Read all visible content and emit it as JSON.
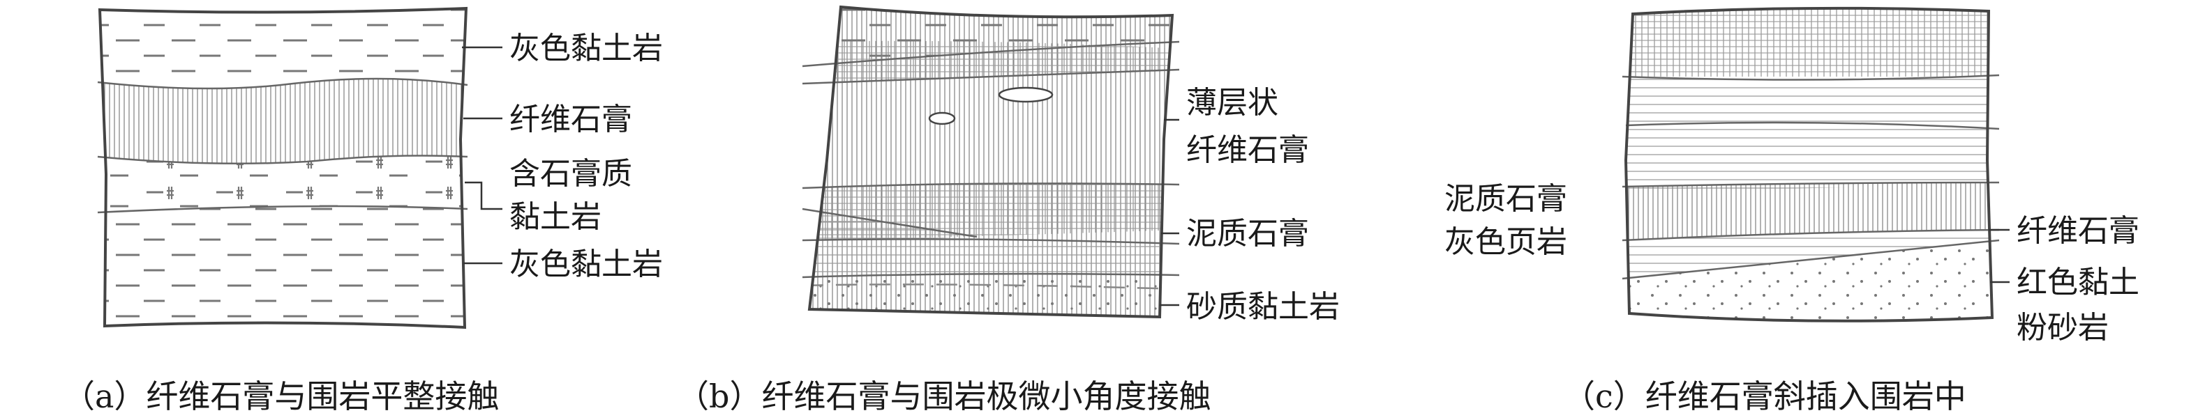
{
  "panels": [
    {
      "caption": "（a）纤维石膏与围岩平整接触",
      "labels": [
        "灰色黏土岩",
        "纤维石膏",
        "含石膏质",
        "黏土岩",
        "灰色黏土岩"
      ]
    },
    {
      "caption": "（b）纤维石膏与围岩极微小角度接触",
      "labels": [
        "薄层状",
        "纤维石膏",
        "泥质石膏",
        "砂质黏土岩"
      ]
    },
    {
      "caption": "（c）纤维石膏斜插入围岩中",
      "labels_left": [
        "泥质石膏",
        "灰色页岩"
      ],
      "labels_right": [
        "纤维石膏",
        "红色黏土",
        "粉砂岩"
      ]
    }
  ]
}
